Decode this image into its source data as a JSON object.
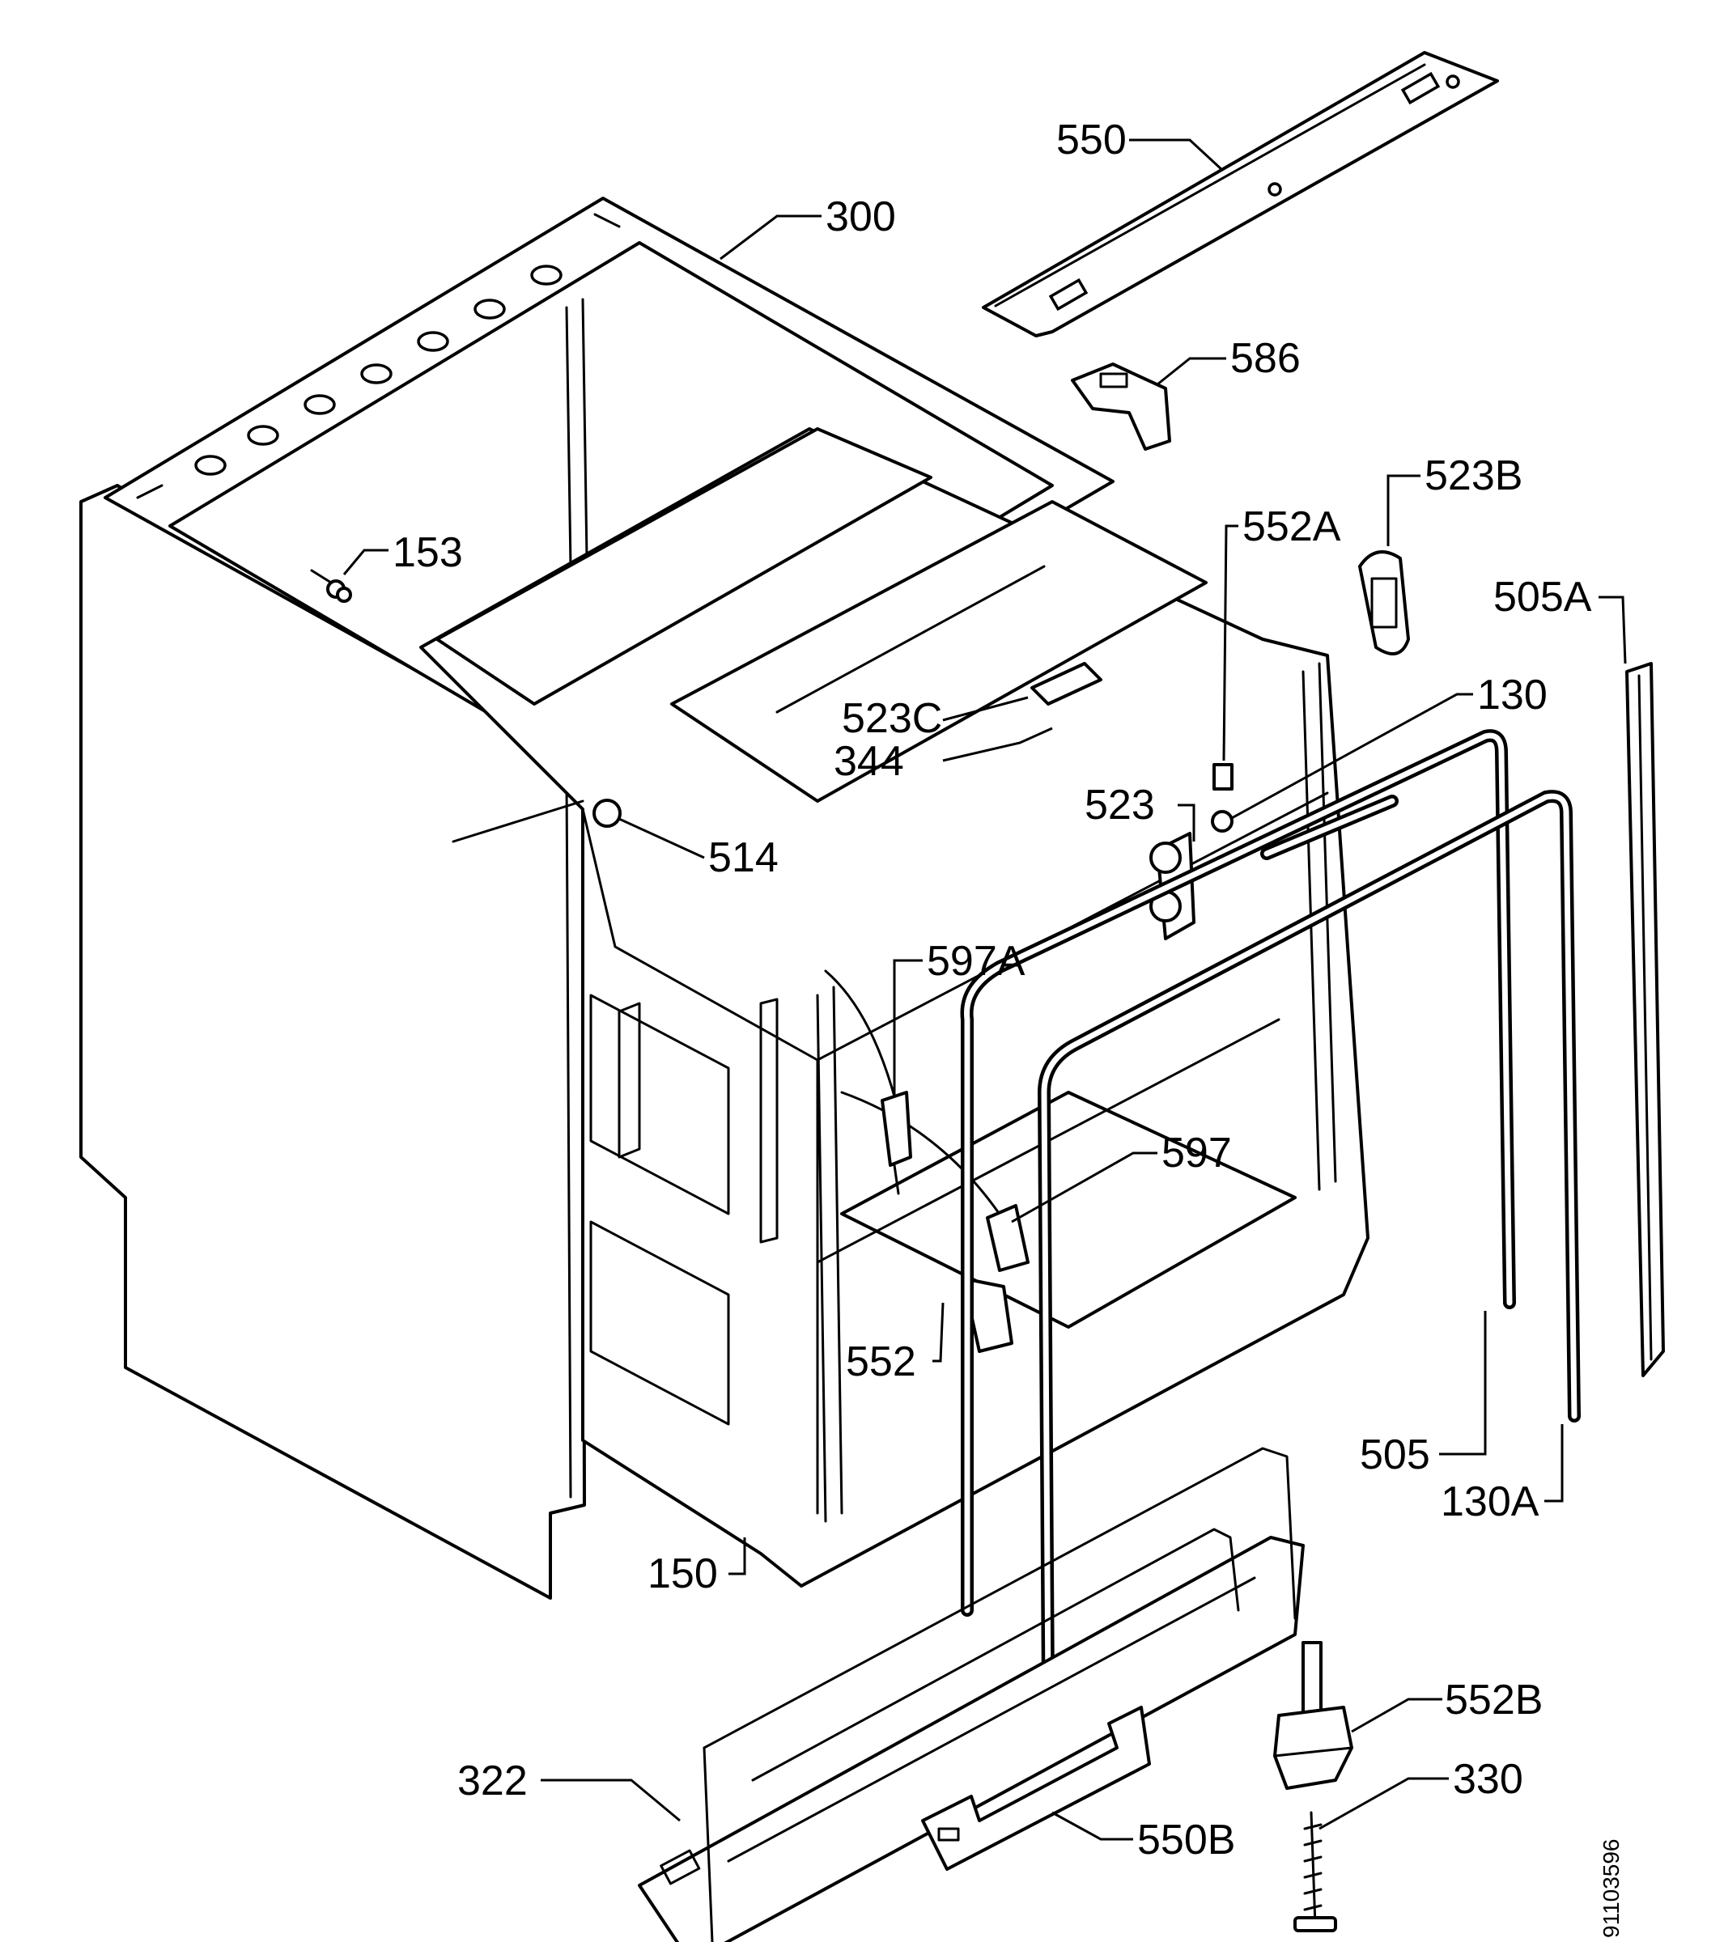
{
  "labels": {
    "p550": "550",
    "p300": "300",
    "p586": "586",
    "p523b": "523B",
    "p153": "153",
    "p552a": "552A",
    "p505a": "505A",
    "p130": "130",
    "p523c": "523C",
    "p344": "344",
    "p523": "523",
    "p514": "514",
    "p597a": "597A",
    "p597": "597",
    "p552": "552",
    "p505": "505",
    "p130a": "130A",
    "p150": "150",
    "p552b": "552B",
    "p322": "322",
    "p330": "330",
    "p550b": "550B"
  },
  "document_number": "91103596"
}
